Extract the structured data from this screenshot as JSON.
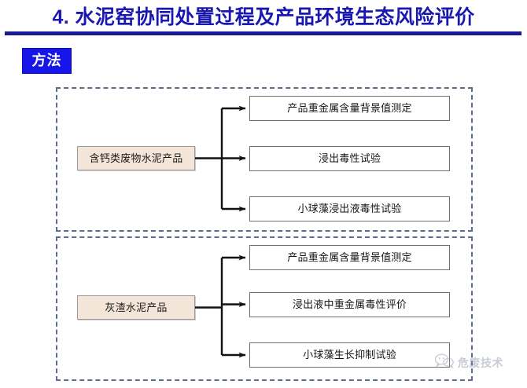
{
  "slide": {
    "title": "4. 水泥窑协同处置过程及产品环境生态风险评价",
    "section_tag": "方法",
    "title_color": "#1a18ae",
    "rule_color": "#1a1a8e",
    "tag_bg_color": "#1616e8",
    "tag_text_color": "#ffffff"
  },
  "diagram": {
    "dashed_border_color": "#5d6c8c",
    "source_box_fill": "#f3e6d8",
    "task_box_fill": "#ffffff",
    "arrow_color": "#111111",
    "groups": [
      {
        "source": "含钙类废物水泥产品",
        "tasks": [
          "产品重金属含量背景值测定",
          "浸出毒性试验",
          "小球藻浸出液毒性试验"
        ]
      },
      {
        "source": "灰渣水泥产品",
        "tasks": [
          "产品重金属含量背景值测定",
          "浸出液中重金属毒性评价",
          "小球藻生长抑制试验"
        ]
      }
    ]
  },
  "watermark": {
    "text": "危废技术",
    "icon": "wechat-speech-bubble-icon",
    "color": "#9aa3b4"
  }
}
